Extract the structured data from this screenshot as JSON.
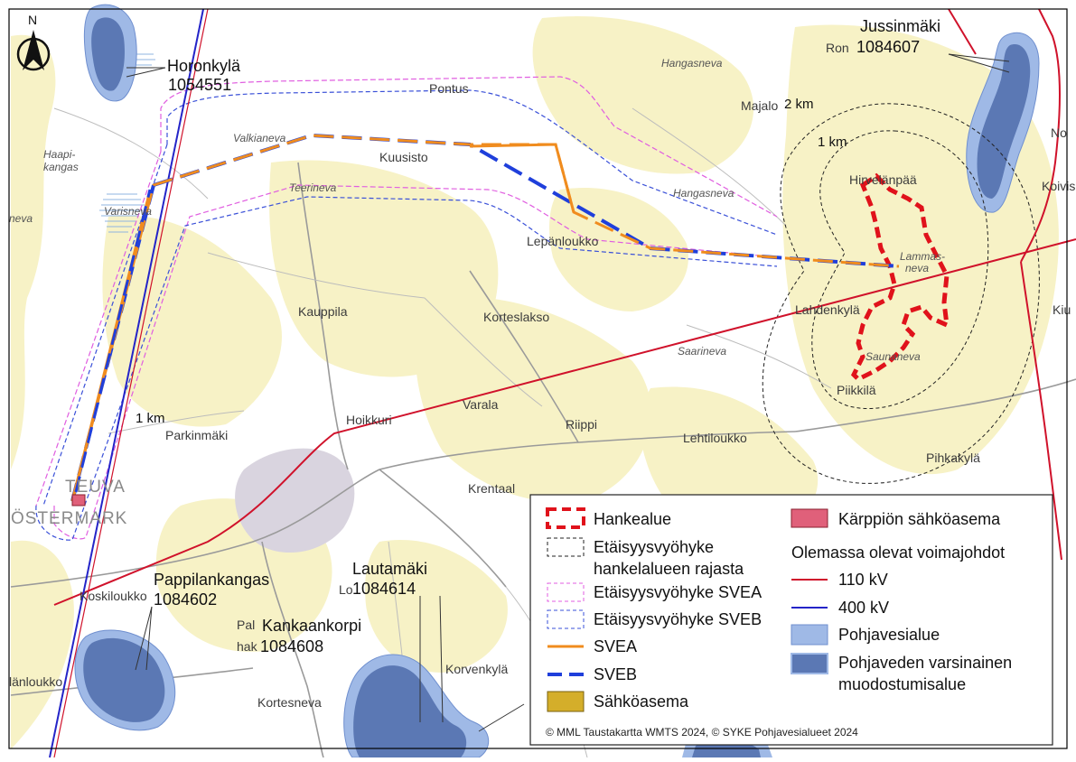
{
  "map": {
    "north_label": "N",
    "place_labels": [
      {
        "key": "hangasneva_top",
        "text": "Hangasneva",
        "style": "italic"
      },
      {
        "key": "ron",
        "text": "Ron",
        "style": "normal"
      },
      {
        "key": "pontus",
        "text": "Pontus",
        "style": "normal"
      },
      {
        "key": "majalo",
        "text": "Majalo",
        "style": "normal"
      },
      {
        "key": "haapikangas1",
        "text": "Haapi-",
        "style": "italic"
      },
      {
        "key": "haapikangas2",
        "text": "kangas",
        "style": "italic"
      },
      {
        "key": "valkianeva",
        "text": "Valkianeva",
        "style": "italic"
      },
      {
        "key": "kuusisto",
        "text": "Kuusisto",
        "style": "normal"
      },
      {
        "key": "teerineva",
        "text": "Teerineva",
        "style": "italic"
      },
      {
        "key": "hangasneva_mid",
        "text": "Hangasneva",
        "style": "italic"
      },
      {
        "key": "neva_left",
        "text": "neva",
        "style": "italic"
      },
      {
        "key": "varisneva",
        "text": "Varisneva",
        "style": "italic"
      },
      {
        "key": "lepanloukko",
        "text": "Lepänloukko",
        "style": "normal"
      },
      {
        "key": "hirvelanpaa",
        "text": "Hirvelänpää",
        "style": "normal"
      },
      {
        "key": "lamminneva1",
        "text": "Lammas-",
        "style": "italic"
      },
      {
        "key": "lamminneva2",
        "text": "neva",
        "style": "italic"
      },
      {
        "key": "kauppila",
        "text": "Kauppila",
        "style": "normal"
      },
      {
        "key": "korteslakso",
        "text": "Korteslakso",
        "style": "normal"
      },
      {
        "key": "lahdenkyla",
        "text": "Lahdenkylä",
        "style": "normal"
      },
      {
        "key": "saarineva",
        "text": "Saarineva",
        "style": "italic"
      },
      {
        "key": "saunaneva",
        "text": "Saunaneva",
        "style": "italic"
      },
      {
        "key": "piikkila",
        "text": "Piikkilä",
        "style": "normal"
      },
      {
        "key": "hoikkuri",
        "text": "Hoikkuri",
        "style": "normal"
      },
      {
        "key": "varala",
        "text": "Varala",
        "style": "normal"
      },
      {
        "key": "riippi",
        "text": "Riippi",
        "style": "normal"
      },
      {
        "key": "parkinmaki",
        "text": "Parkinmäki",
        "style": "normal"
      },
      {
        "key": "lehtiloukko",
        "text": "Lehtiloukko",
        "style": "normal"
      },
      {
        "key": "pihkakyla",
        "text": "Pihkakylä",
        "style": "normal"
      },
      {
        "key": "krentaal",
        "text": "Krentaal",
        "style": "normal"
      },
      {
        "key": "koskiloukko",
        "text": "Koskiloukko",
        "style": "normal"
      },
      {
        "key": "lo",
        "text": "Lo",
        "style": "normal"
      },
      {
        "key": "pal",
        "text": "Pal",
        "style": "normal"
      },
      {
        "key": "hak",
        "text": "hak",
        "style": "normal"
      },
      {
        "key": "korvenkyla",
        "text": "Korvenkylä",
        "style": "normal"
      },
      {
        "key": "kortesneva",
        "text": "Kortesneva",
        "style": "normal"
      },
      {
        "key": "lanloukko",
        "text": "länloukko",
        "style": "normal"
      },
      {
        "key": "no",
        "text": "No",
        "style": "normal"
      },
      {
        "key": "koivis",
        "text": "Koivis",
        "style": "normal"
      },
      {
        "key": "kiu",
        "text": "Kiu",
        "style": "normal"
      }
    ],
    "town_labels": {
      "teuva": "TEUVA",
      "ostermark": "ÖSTERMARK"
    },
    "groundwater_labels": [
      {
        "key": "horonkyla",
        "name": "Horonkylä",
        "id": "1054551"
      },
      {
        "key": "jussinmaki",
        "name": "Jussinmäki",
        "id": "1084607"
      },
      {
        "key": "pappilankangas",
        "name": "Pappilankangas",
        "id": "1084602"
      },
      {
        "key": "lautamaki",
        "name": "Lautamäki",
        "id": "1084614"
      },
      {
        "key": "kankaankorpi",
        "name": "Kankaankorpi",
        "id": "1084608"
      }
    ],
    "distance_labels": {
      "zone_2km": "2 km",
      "zone_1km": "1 km",
      "svea_1km": "1 km"
    },
    "colors": {
      "svea": "#f08c1e",
      "sveb": "#1f3fdb",
      "kv110": "#d0122b",
      "kv400": "#2424c8",
      "hankealue": "#e0121b",
      "zone_svea": "#e05ee0",
      "zone_sveb": "#3a50d8",
      "zone_hanke": "#222222",
      "pohjavesi": "#9fb9e6",
      "pohjavesi_core": "#5b78b4",
      "substation": "#e0607a",
      "field": "#f7f2c6",
      "urban": "#d9d4df",
      "sahkoasema": "#d4ae2a"
    }
  },
  "legend": {
    "items_left": [
      {
        "key": "hankealue",
        "label": "Hankealue"
      },
      {
        "key": "zone_hanke",
        "label": "Etäisyysvyöhyke",
        "label2": "hankelalueen rajasta"
      },
      {
        "key": "zone_svea",
        "label": "Etäisyysvyöhyke SVEA"
      },
      {
        "key": "zone_sveb",
        "label": "Etäisyysvyöhyke SVEB"
      },
      {
        "key": "svea",
        "label": "SVEA"
      },
      {
        "key": "sveb",
        "label": "SVEB"
      },
      {
        "key": "sahkoasema",
        "label": "Sähköasema"
      }
    ],
    "substation_label": "Kärppiön sähköasema",
    "existing_lines_header": "Olemassa olevat voimajohdot",
    "kv110_label": "110 kV",
    "kv400_label": "400 kV",
    "pohjavesi_label": "Pohjavesialue",
    "core_label": "Pohjaveden varsinainen",
    "core_label2": "muodostumisalue",
    "credit": "© MML Taustakartta WMTS 2024, © SYKE Pohjavesialueet 2024"
  }
}
